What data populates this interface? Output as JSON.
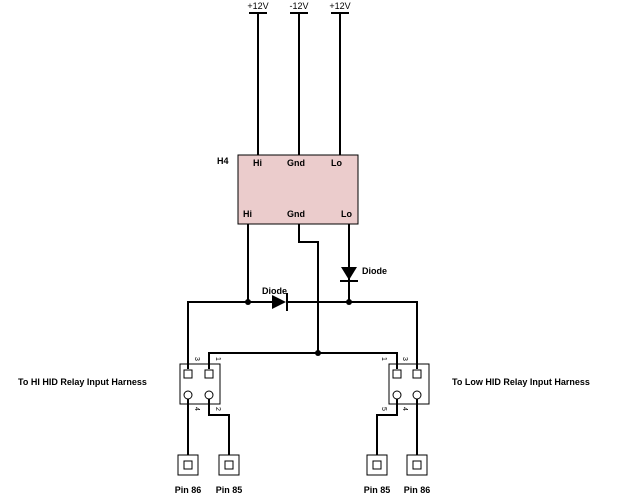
{
  "rails": {
    "left": "+12V",
    "middle": "-12V",
    "right": "+12V"
  },
  "h4": {
    "ref": "H4",
    "color": "#ebcccc",
    "top_labels": [
      "Hi",
      "Gnd",
      "Lo"
    ],
    "bottom_labels": [
      "Hi",
      "Gnd",
      "Lo"
    ]
  },
  "diodes": {
    "horizontal": "Diode",
    "vertical": "Diode"
  },
  "harness_labels": {
    "left": "To HI HID Relay Input Harness",
    "right": "To Low HID Relay Input Harness"
  },
  "connector_pins": {
    "left": [
      "3",
      "1",
      "4",
      "2"
    ],
    "right": [
      "1",
      "3",
      "5",
      "4"
    ]
  },
  "terminal_pins": [
    "Pin 86",
    "Pin 85",
    "Pin 85",
    "Pin 86"
  ]
}
